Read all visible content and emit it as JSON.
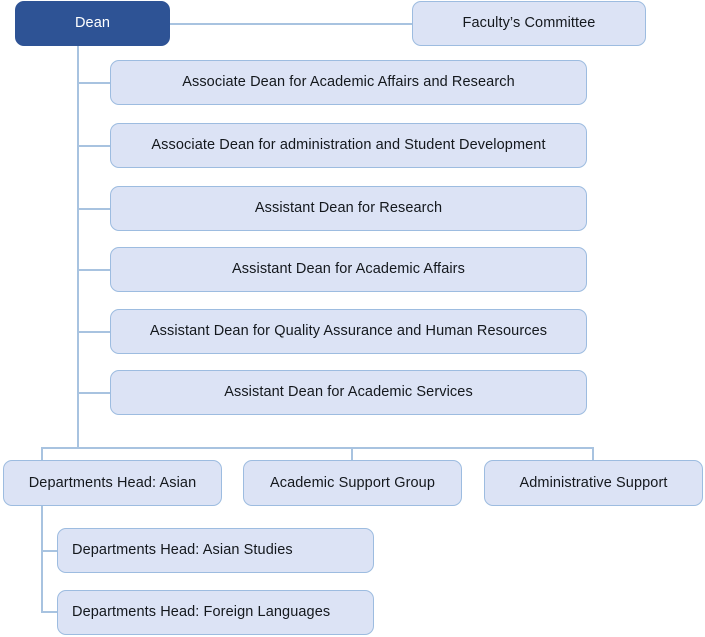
{
  "chart_data": {
    "type": "diagram",
    "diagram_kind": "organizational-chart",
    "title": "Faculty Organizational Chart",
    "colors": {
      "root_fill": "#2E5395",
      "root_text": "#FFFFFF",
      "node_fill": "#DCE3F5",
      "node_border": "#9DBCE0",
      "node_text": "#14181D",
      "connector": "#A8C3E0",
      "background": "#FFFFFF"
    },
    "nodes": [
      {
        "id": "dean",
        "label": "Dean",
        "level": 0,
        "style": "root",
        "align": "center"
      },
      {
        "id": "faculty-committee",
        "label": "Faculty’s Committee",
        "level": 1,
        "style": "light",
        "align": "center",
        "relation": "staff"
      },
      {
        "id": "assoc-dean-academic-affairs-research",
        "label": "Associate Dean for Academic Affairs and Research",
        "level": 1,
        "style": "light",
        "align": "center"
      },
      {
        "id": "assoc-dean-administration-student-development",
        "label": "Associate Dean for administration and Student Development",
        "level": 1,
        "style": "light",
        "align": "center"
      },
      {
        "id": "asst-dean-research",
        "label": "Assistant Dean for Research",
        "level": 1,
        "style": "light",
        "align": "center"
      },
      {
        "id": "asst-dean-academic-affairs",
        "label": "Assistant Dean for Academic Affairs",
        "level": 1,
        "style": "light",
        "align": "center"
      },
      {
        "id": "asst-dean-quality-assurance-hr",
        "label": "Assistant Dean for Quality Assurance and Human Resources",
        "level": 1,
        "style": "light",
        "align": "center"
      },
      {
        "id": "asst-dean-academic-services",
        "label": "Assistant Dean for Academic Services",
        "level": 1,
        "style": "light",
        "align": "center"
      },
      {
        "id": "departments-head-asian",
        "label": "Departments Head: Asian",
        "level": 1,
        "style": "light",
        "align": "center"
      },
      {
        "id": "academic-support-group",
        "label": "Academic Support Group",
        "level": 1,
        "style": "light",
        "align": "center"
      },
      {
        "id": "administrative-support",
        "label": "Administrative Support",
        "level": 1,
        "style": "light",
        "align": "center"
      },
      {
        "id": "departments-head-asian-studies",
        "label": "Departments Head: Asian Studies",
        "level": 2,
        "style": "light",
        "align": "left",
        "parent": "departments-head-asian"
      },
      {
        "id": "departments-head-foreign-languages",
        "label": "Departments Head: Foreign Languages",
        "level": 2,
        "style": "light",
        "align": "left",
        "parent": "departments-head-asian"
      }
    ]
  },
  "nodes": {
    "dean": "Dean",
    "faculty_committee": "Faculty’s Committee",
    "assoc_dean_academic_affairs_research": "Associate Dean for Academic Affairs and Research",
    "assoc_dean_administration_student_development": "Associate Dean for administration and Student Development",
    "asst_dean_research": "Assistant Dean for Research",
    "asst_dean_academic_affairs": "Assistant Dean for Academic Affairs",
    "asst_dean_quality_assurance_hr": "Assistant Dean for Quality Assurance and Human Resources",
    "asst_dean_academic_services": "Assistant Dean for Academic Services",
    "departments_head_asian": "Departments Head: Asian",
    "academic_support_group": "Academic Support Group",
    "administrative_support": "Administrative Support",
    "departments_head_asian_studies": "Departments Head: Asian Studies",
    "departments_head_foreign_languages": "Departments Head: Foreign Languages"
  }
}
